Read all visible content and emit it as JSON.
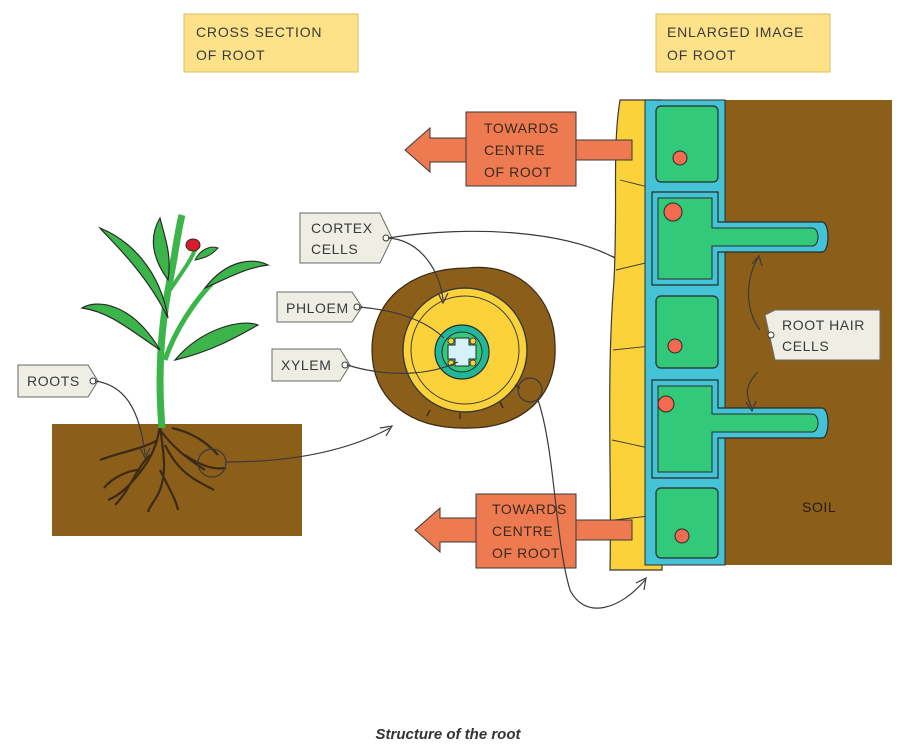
{
  "titles": {
    "cross_section": [
      "CROSS SECTION",
      "OF ROOT"
    ],
    "enlarged": [
      "ENLARGED IMAGE",
      "OF ROOT"
    ]
  },
  "arrows": {
    "top": [
      "TOWARDS",
      "CENTRE",
      "OF ROOT"
    ],
    "bottom": [
      "TOWARDS",
      "CENTRE",
      "OF ROOT"
    ]
  },
  "labels": {
    "cortex": [
      "CORTEX",
      "CELLS"
    ],
    "phloem": "PHLOEM",
    "xylem": "XYLEM",
    "roots": "ROOTS",
    "root_hair": [
      "ROOT HAIR",
      "CELLS"
    ],
    "soil": "SOIL"
  },
  "caption": "Structure of the root",
  "colors": {
    "soil": "#8b5e1a",
    "title_box": "#fde28a",
    "arrow": "#ee7a52",
    "label_box": "#eeeee4",
    "leaf": "#3bb54a",
    "cortex": "#fcd23a",
    "vascular": "#21b89a",
    "cell_green": "#33c97a",
    "cell_border": "#45c3d6",
    "nucleus": "#f26a4f",
    "flower": "#d81e2a"
  }
}
